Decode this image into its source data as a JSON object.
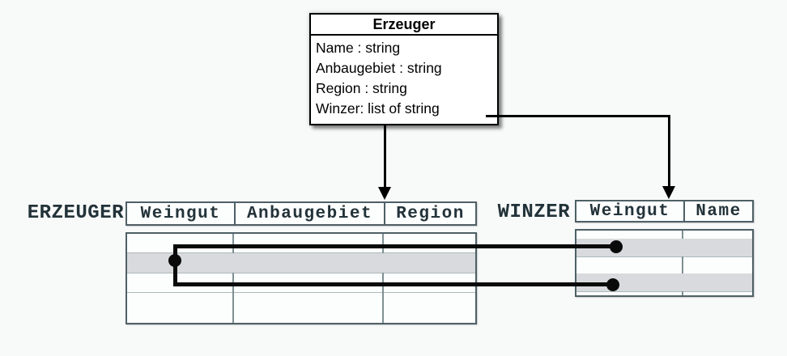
{
  "diagram": {
    "class_box": {
      "title": "Erzeuger",
      "attributes": [
        "Name : string",
        "Anbaugebiet : string",
        "Region : string",
        "Winzer: list of string"
      ]
    },
    "erzeuger_table": {
      "label": "ERZEUGER",
      "columns": [
        "Weingut",
        "Anbaugebiet",
        "Region"
      ],
      "body_rows": 4,
      "shaded_rows": [
        2
      ]
    },
    "winzer_table": {
      "label": "WINZER",
      "columns": [
        "Weingut",
        "Name"
      ],
      "body_rows": 4,
      "shaded_rows": [
        2,
        4
      ]
    },
    "colors": {
      "background": "#f8f9f9",
      "table_border": "#4e6066",
      "table_text": "#223239",
      "row_shading": "#d8dadd",
      "class_box_border": "#000000",
      "connector": "#0a0a0a"
    }
  }
}
